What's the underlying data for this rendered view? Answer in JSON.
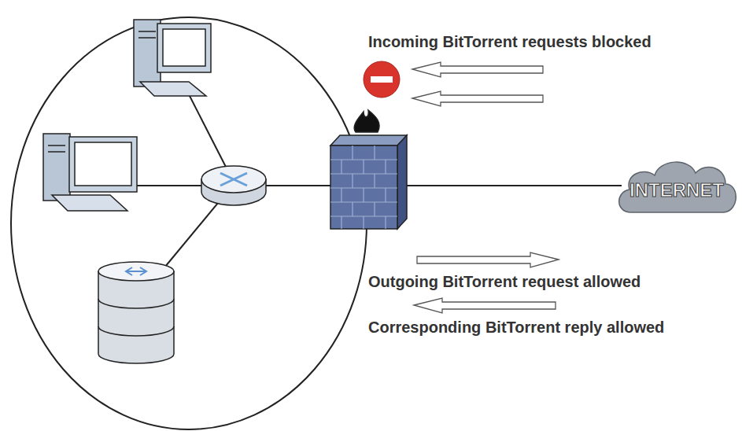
{
  "diagram": {
    "nodes": [
      {
        "text": [
          "INTERNET"
        ]
      }
    ],
    "labels": [
      "Incoming BitTorrent requests blocked",
      "Outgoing BitTorrent request allowed",
      "Corresponding BitTorrent reply allowed"
    ]
  }
}
